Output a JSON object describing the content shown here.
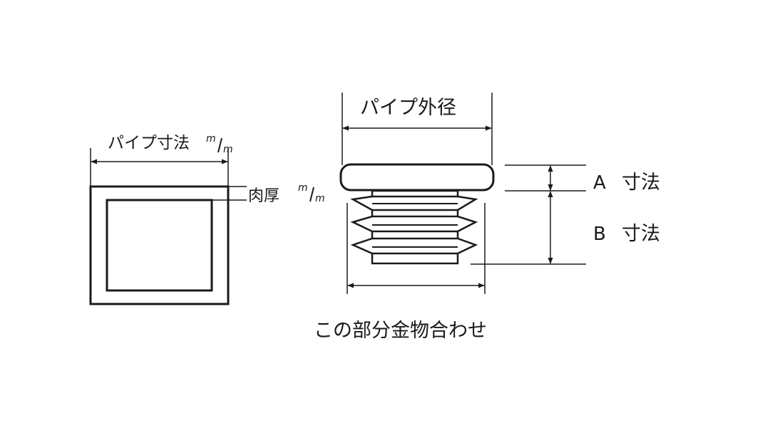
{
  "left_figure": {
    "width_label": "パイプ寸法",
    "width_unit_top": "m",
    "width_unit_bottom": "m",
    "thickness_label": "肉厚",
    "thickness_unit_top": "m",
    "thickness_unit_bottom": "m"
  },
  "right_figure": {
    "outer_diameter_label": "パイプ外径",
    "dim_a_letter": "A",
    "dim_a_label": "寸法",
    "dim_b_letter": "B",
    "dim_b_label": "寸法",
    "caption": "この部分金物合わせ"
  },
  "colors": {
    "ink": "#1a1a1a",
    "background": "#ffffff"
  }
}
